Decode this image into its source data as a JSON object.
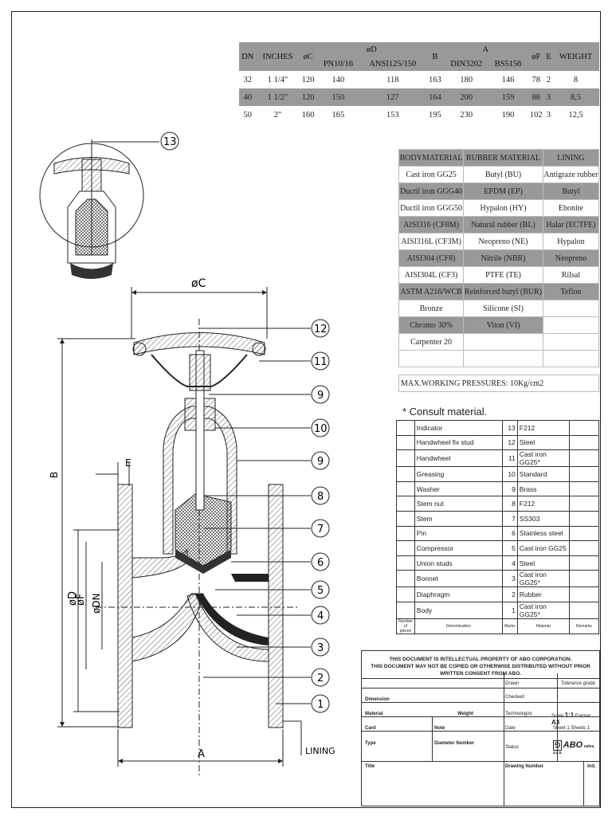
{
  "dimensions_table": {
    "headers_top": [
      "DN",
      "INCHES",
      "øC",
      "øD",
      "B",
      "A",
      "øF",
      "E",
      "WEIGHT"
    ],
    "sub_headers": {
      "D": [
        "PN10/16",
        "ANSI125/150"
      ],
      "A": [
        "DIN3202",
        "BS5156"
      ]
    },
    "rows": [
      [
        "32",
        "1 1/4\"",
        "120",
        "140",
        "118",
        "163",
        "180",
        "146",
        "78",
        "2",
        "8"
      ],
      [
        "40",
        "1 1/2\"",
        "120",
        "150",
        "127",
        "164",
        "200",
        "159",
        "88",
        "3",
        "8,5"
      ],
      [
        "50",
        "2\"",
        "160",
        "165",
        "153",
        "195",
        "230",
        "190",
        "102",
        "3",
        "12,5"
      ]
    ]
  },
  "materials_table": {
    "headers": [
      "BODYMATERIAL",
      "RUBBER MATERIAL",
      "LINING"
    ],
    "rows": [
      [
        "Cast iron GG25",
        "Butyl (BU)",
        "Antigraze rubber"
      ],
      [
        "Ductil iron GGG40",
        "EPDM (EP)",
        "Butyl"
      ],
      [
        "Ductil iron GGG50",
        "Hypalon (HY)",
        "Ebonite"
      ],
      [
        "AISI316 (CF8M)",
        "Natural rubber (BL)",
        "Halar (ECTFE)"
      ],
      [
        "AISI316L (CF3M)",
        "Neopreno (NE)",
        "Hypalon"
      ],
      [
        "AISI304 (CF8)",
        "Nitrile (NBR)",
        "Neopreno"
      ],
      [
        "AISI304L (CF3)",
        "PTFE (TE)",
        "Rilsal"
      ],
      [
        "ASTM A216/WCB",
        "Reinforced butyl (BUR)",
        "Teflon"
      ],
      [
        "Bronze",
        "Silicone (SI)",
        ""
      ],
      [
        "Chromo 30%",
        "Viton (VI)",
        ""
      ],
      [
        "Carpenter 20",
        "",
        ""
      ],
      [
        "",
        "",
        ""
      ]
    ],
    "pressure": "MAX.WORKING PRESSURES: 10Kg/cm2"
  },
  "consult_note": "* Consult material.",
  "parts": [
    {
      "name": "Indicator",
      "num": "13",
      "material": "F212"
    },
    {
      "name": "Handwheel fix stud",
      "num": "12",
      "material": "Steel"
    },
    {
      "name": "Handwheel",
      "num": "11",
      "material": "Cast iron GG25*"
    },
    {
      "name": "Greasing",
      "num": "10",
      "material": "Standard"
    },
    {
      "name": "Washer",
      "num": "9",
      "material": "Brass"
    },
    {
      "name": "Stem nut",
      "num": "8",
      "material": "F212"
    },
    {
      "name": "Stem",
      "num": "7",
      "material": "SS303"
    },
    {
      "name": "Pin",
      "num": "6",
      "material": "Stainless steel"
    },
    {
      "name": "Compressor",
      "num": "5",
      "material": "Cast iron GG25"
    },
    {
      "name": "Union studs",
      "num": "4",
      "material": "Steel"
    },
    {
      "name": "Bonnet",
      "num": "3",
      "material": "Cast iron GG25*"
    },
    {
      "name": "Diaphragm",
      "num": "2",
      "material": "Rubber"
    },
    {
      "name": "Body",
      "num": "1",
      "material": "Cast iron GG25*"
    }
  ],
  "parts_header": [
    "Number of pieces",
    "Denomination",
    "Marks",
    "Material",
    "Remarks"
  ],
  "title_block": {
    "notice_line1": "THIS DOCUMENT IS INTELLECTUAL PROPERTY OF ABO CORPORATION.",
    "notice_line2": "THIS DOCUMENT MAY NOT BE COPIED OR OTHERWISE DISTRIBUTED WITHOUT PRIOR WRITTEN CONSENT FROM ABO.",
    "drawn": "Drawn",
    "checked": "Checked",
    "technologist": "Technologist",
    "date": "Date",
    "status": "Status",
    "dimension": "Dimension",
    "material": "Material",
    "weight": "Weight",
    "card": "Card",
    "note": "Note",
    "type": "Type",
    "diameter_number": "Diameter Number",
    "title": "Title",
    "drawing_number": "Drawing Number",
    "ind": "Ind.",
    "tolerance": "Tolerance grade",
    "scale_label": "Scale",
    "scale": "1:1",
    "format_label": "Format",
    "format": "A3",
    "sheet_label": "Sheet",
    "sheet": "1",
    "sheets_label": "Sheets",
    "sheets": "1",
    "brand": "ABO",
    "brand_suffix": "valve, s.r.o."
  },
  "drawing_labels": {
    "phiC": "øC",
    "B": "B",
    "E": "E",
    "A": "A",
    "phiD": "øD",
    "phiF": "øF",
    "phiDN": "øDN",
    "lining": "LINING",
    "callouts": [
      "13",
      "12",
      "11",
      "9",
      "10",
      "9",
      "8",
      "7",
      "6",
      "5",
      "4",
      "3",
      "2",
      "1"
    ]
  }
}
